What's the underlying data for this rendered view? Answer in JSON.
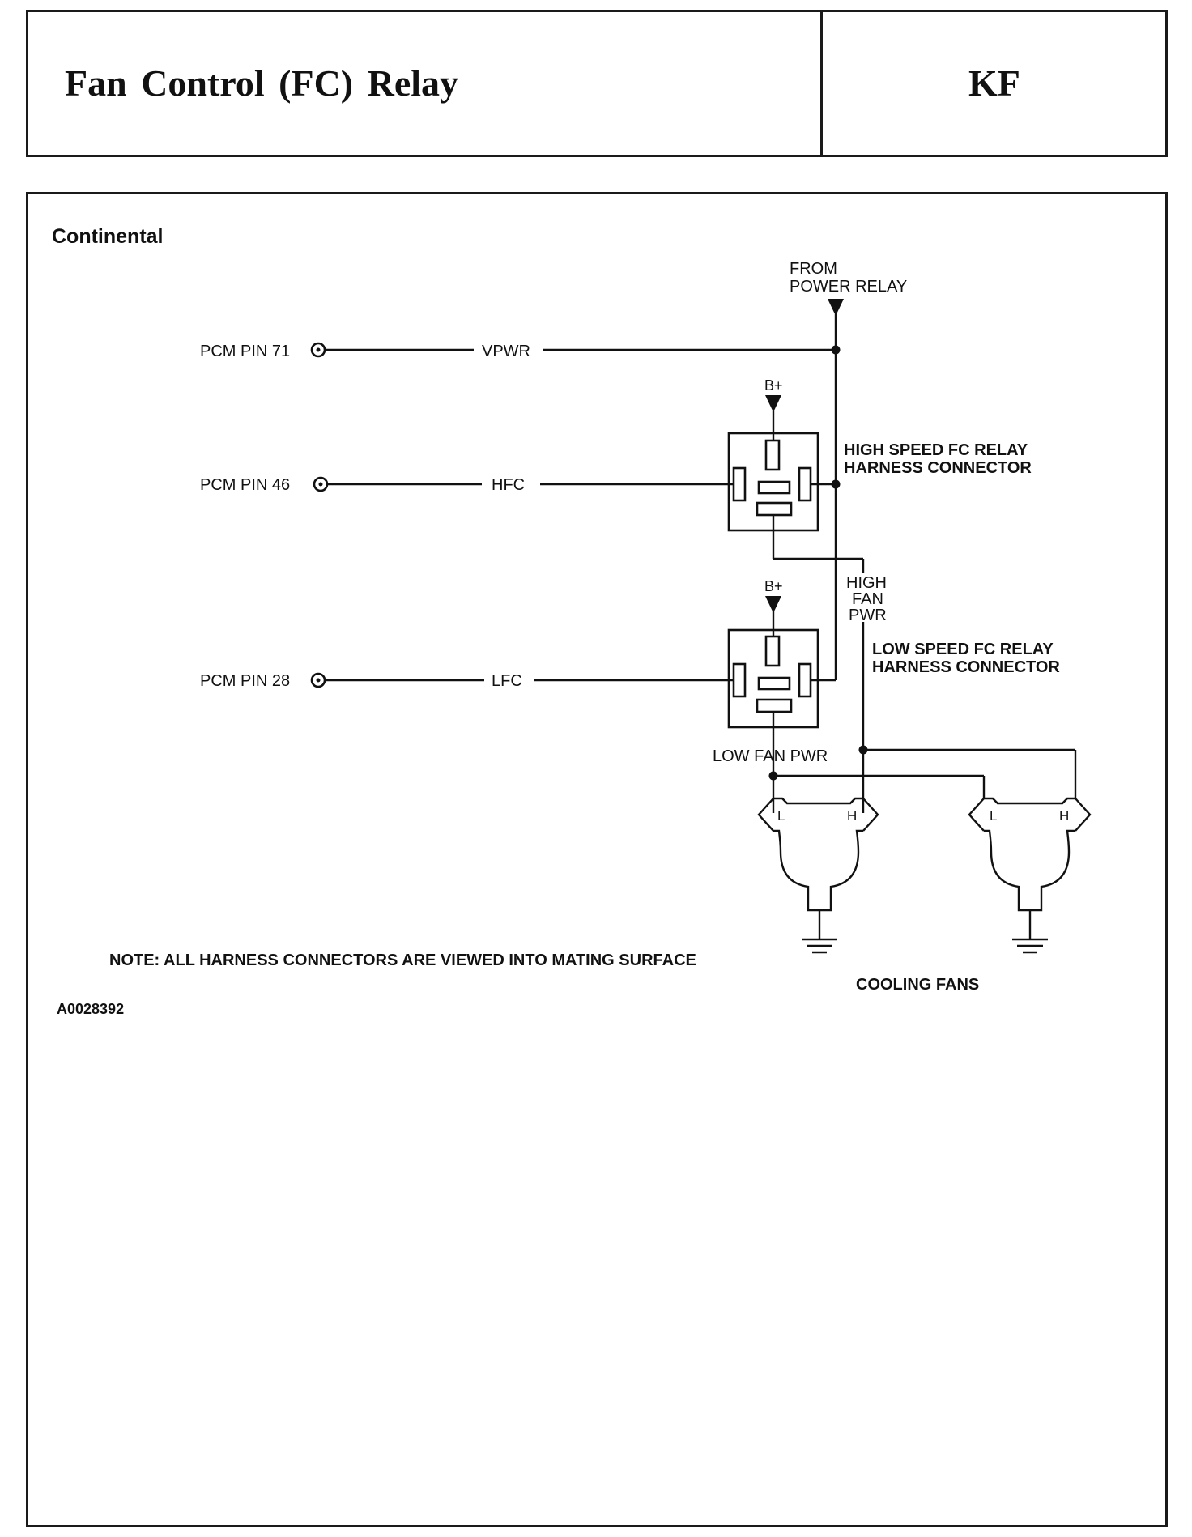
{
  "header": {
    "title": "Fan Control (FC) Relay",
    "code": "KF"
  },
  "diagram": {
    "model": "Continental",
    "from_power_relay": [
      "FROM",
      "POWER RELAY"
    ],
    "pcm_pins": [
      {
        "pin": "PCM PIN 71",
        "signal": "VPWR"
      },
      {
        "pin": "PCM PIN 46",
        "signal": "HFC"
      },
      {
        "pin": "PCM PIN 28",
        "signal": "LFC"
      }
    ],
    "battery_label": "B+",
    "high_relay_label": [
      "HIGH SPEED FC RELAY",
      "HARNESS CONNECTOR"
    ],
    "low_relay_label": [
      "LOW SPEED FC RELAY",
      "HARNESS CONNECTOR"
    ],
    "high_fan_pwr": [
      "HIGH",
      "FAN",
      "PWR"
    ],
    "low_fan_pwr": "LOW FAN PWR",
    "fan_terminal_low": "L",
    "fan_terminal_high": "H",
    "cooling_fans_label": "COOLING FANS",
    "note": "NOTE: ALL HARNESS CONNECTORS ARE VIEWED INTO MATING SURFACE",
    "figure_id": "A0028392"
  }
}
